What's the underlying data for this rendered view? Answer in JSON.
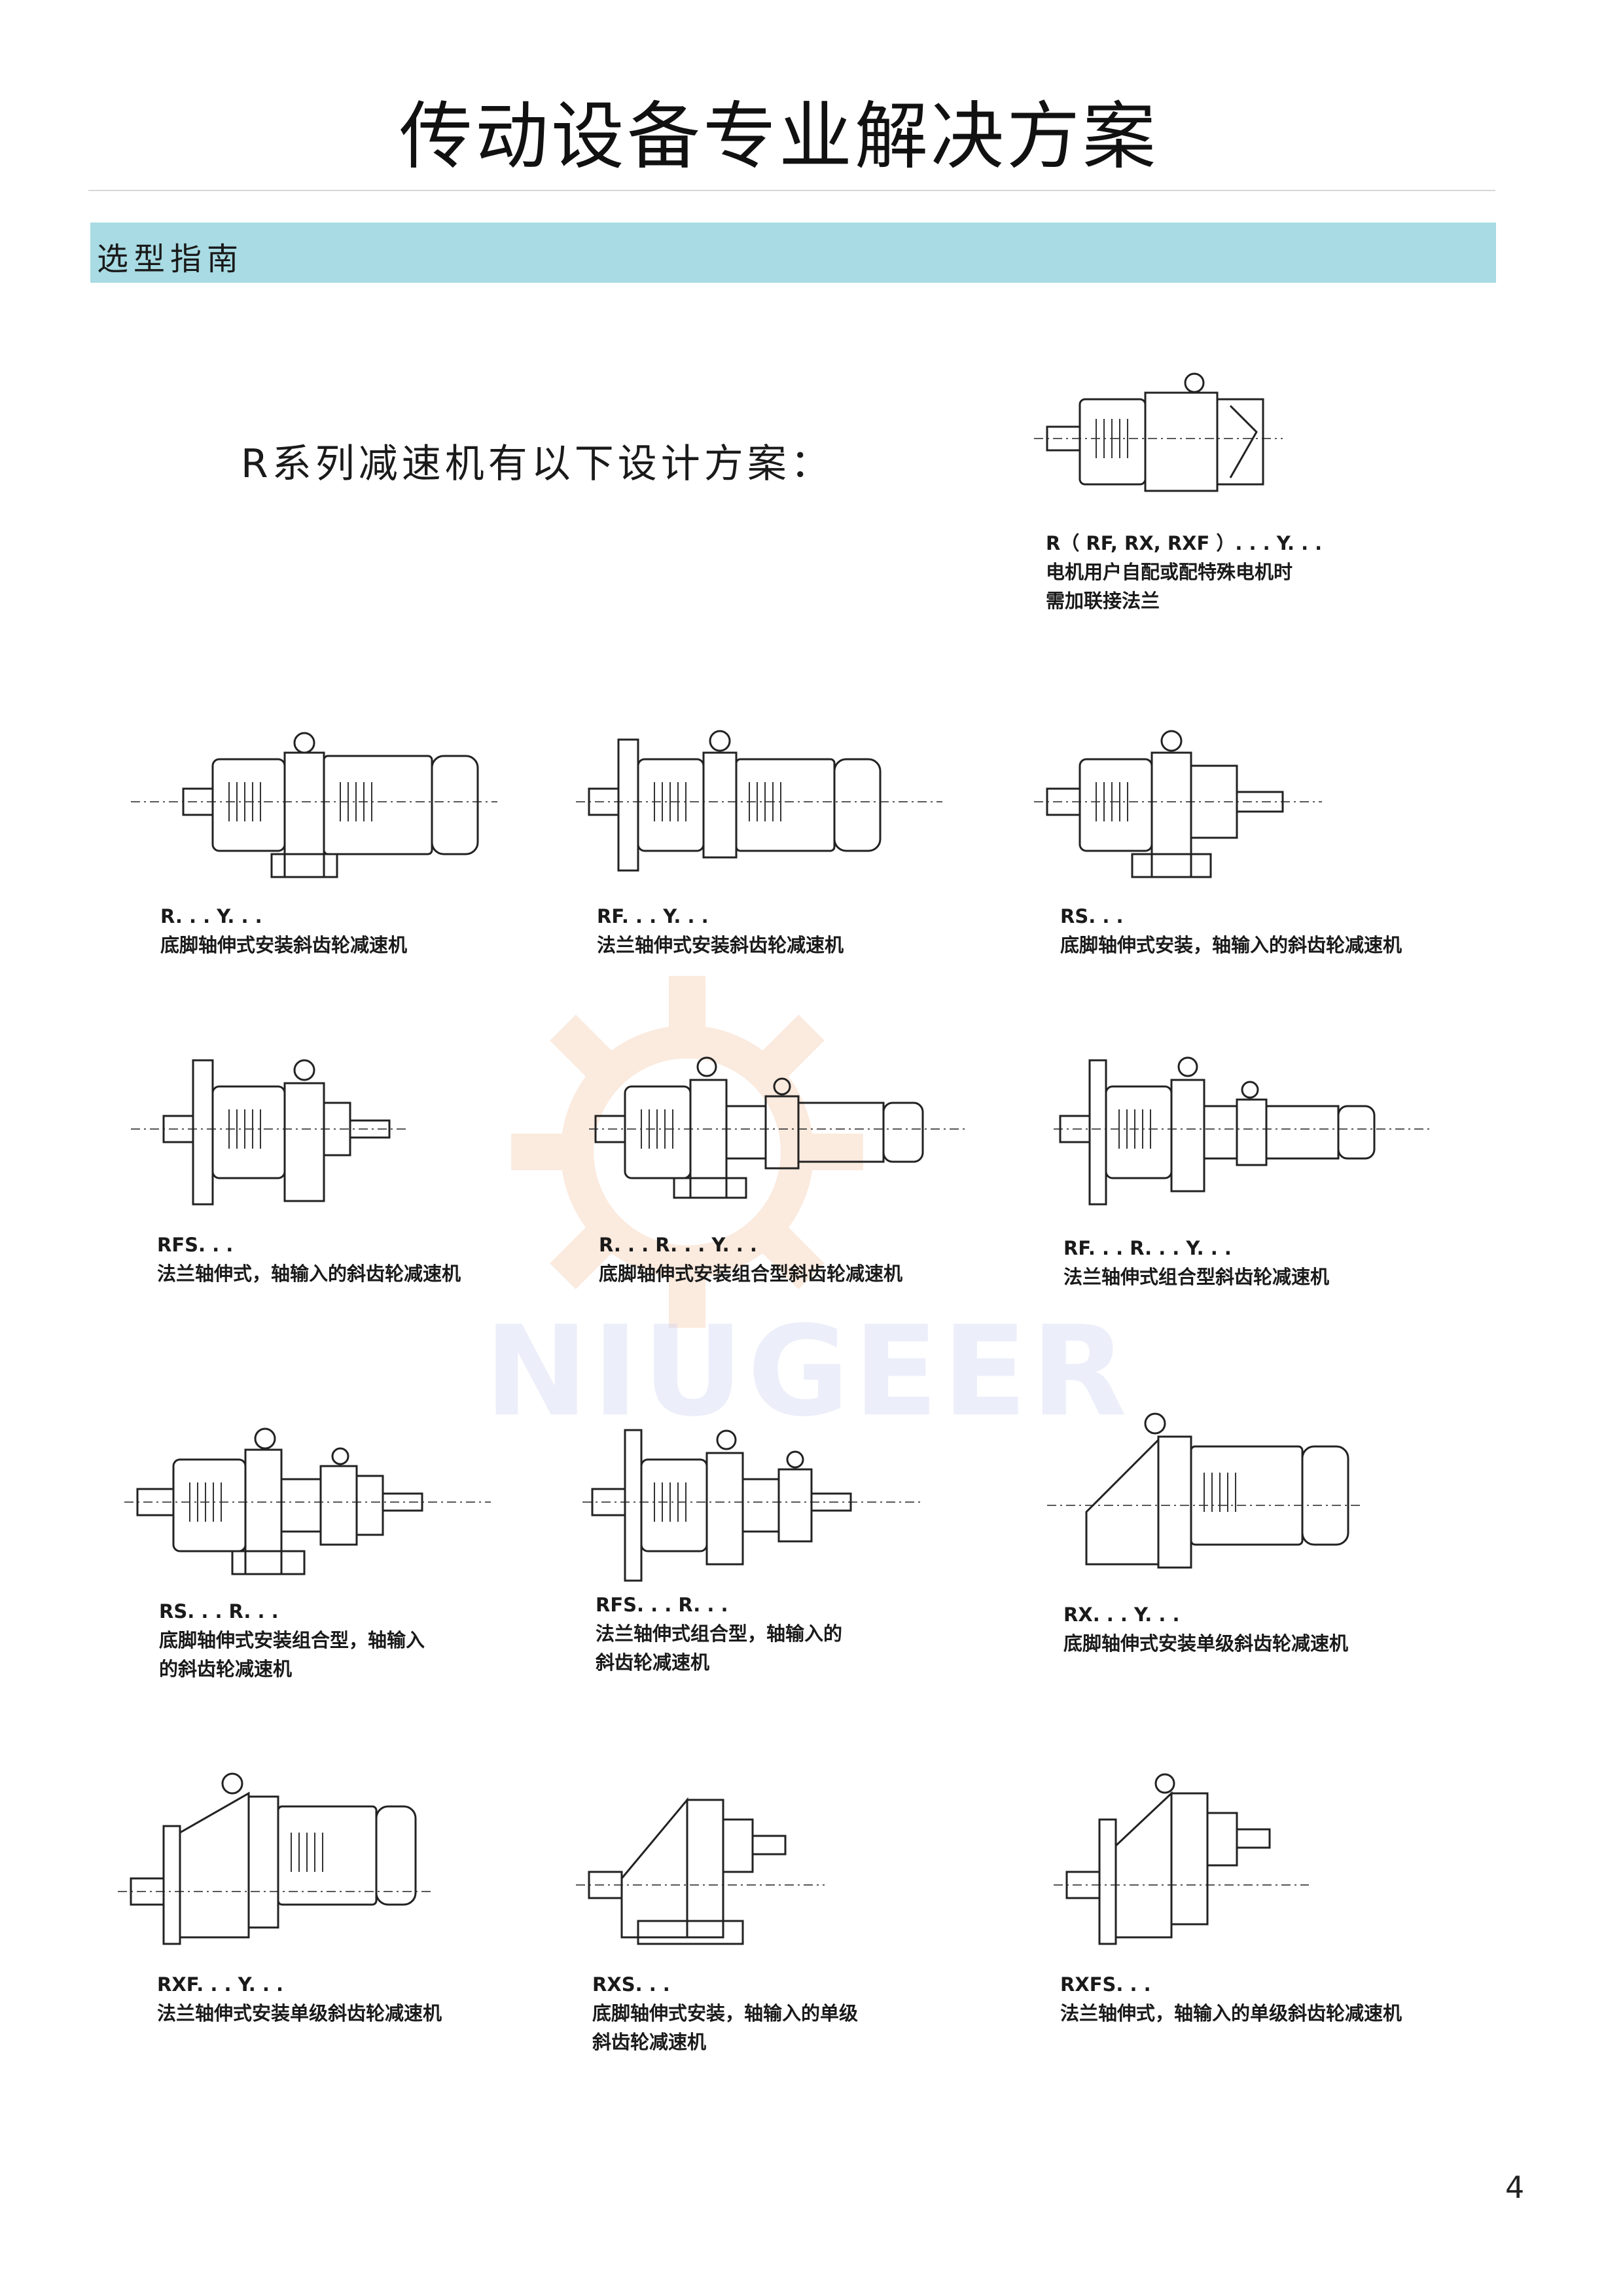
{
  "header": {
    "title": "传动设备专业解决方案"
  },
  "section": {
    "label": "选型指南"
  },
  "intro": "R系列减速机有以下设计方案：",
  "watermark": "NIUGEER",
  "page_number": "4",
  "items": [
    {
      "code": "R（ RF, RX, RXF ）. . . Y. . .",
      "desc": [
        "电机用户自配或配特殊电机时",
        "需加联接法兰"
      ]
    },
    {
      "code": "R. . . Y. . .",
      "desc": [
        "底脚轴伸式安装斜齿轮减速机"
      ]
    },
    {
      "code": "RF. . . Y. . .",
      "desc": [
        "法兰轴伸式安装斜齿轮减速机"
      ]
    },
    {
      "code": "RS. . .",
      "desc": [
        "底脚轴伸式安装，轴输入的斜齿轮减速机"
      ]
    },
    {
      "code": "RFS. . .",
      "desc": [
        "法兰轴伸式，轴输入的斜齿轮减速机"
      ]
    },
    {
      "code": "R. . . R. . . Y. . .",
      "desc": [
        "底脚轴伸式安装组合型斜齿轮减速机"
      ]
    },
    {
      "code": "RF. . . R. . . Y. . .",
      "desc": [
        "法兰轴伸式组合型斜齿轮减速机"
      ]
    },
    {
      "code": "RS. . . R. . .",
      "desc": [
        "底脚轴伸式安装组合型，轴输入",
        "的斜齿轮减速机"
      ]
    },
    {
      "code": "RFS. . . R. . .",
      "desc": [
        "法兰轴伸式组合型，轴输入的",
        "斜齿轮减速机"
      ]
    },
    {
      "code": "RX. . . Y. . .",
      "desc": [
        "底脚轴伸式安装单级斜齿轮减速机"
      ]
    },
    {
      "code": "RXF. . . Y. . .",
      "desc": [
        "法兰轴伸式安装单级斜齿轮减速机"
      ]
    },
    {
      "code": "RXS. . .",
      "desc": [
        "底脚轴伸式安装，轴输入的单级",
        "斜齿轮减速机"
      ]
    },
    {
      "code": "RXFS. . .",
      "desc": [
        "法兰轴伸式，轴输入的单级斜齿轮减速机"
      ]
    }
  ]
}
